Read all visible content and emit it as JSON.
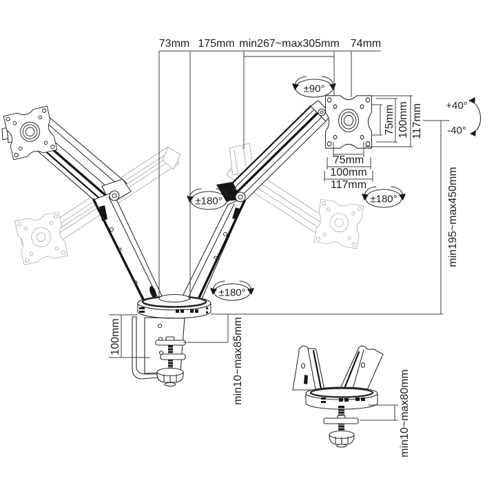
{
  "colors": {
    "background": "#ffffff",
    "line_art": "#2b2b2b",
    "dark_accent": "#161616",
    "ghost_line": "#b9b9b9",
    "dimension_line": "#3d3d3d",
    "text": "#1c1c1c"
  },
  "dimensions": {
    "top": {
      "seg_73": "73mm",
      "seg_175": "175mm",
      "seg_extension": "min267~max305mm",
      "seg_74": "74mm"
    },
    "height_range": "min195~max450mm",
    "vesa_width": {
      "w75": "75mm",
      "w100": "100mm",
      "w117": "117mm"
    },
    "vesa_height": {
      "h75": "75mm",
      "h100": "100mm",
      "h117": "117mm"
    },
    "clamp": {
      "base_height": "100mm",
      "range": "min10~max85mm"
    },
    "grommet": {
      "range": "min10~max80mm"
    }
  },
  "rotations": {
    "head_pan": "±90°",
    "arm_swivel": "±180°",
    "plate_rotation": "±180°",
    "base_swivel": "±180°",
    "tilt_up": "+40°",
    "tilt_down": "-40°"
  }
}
